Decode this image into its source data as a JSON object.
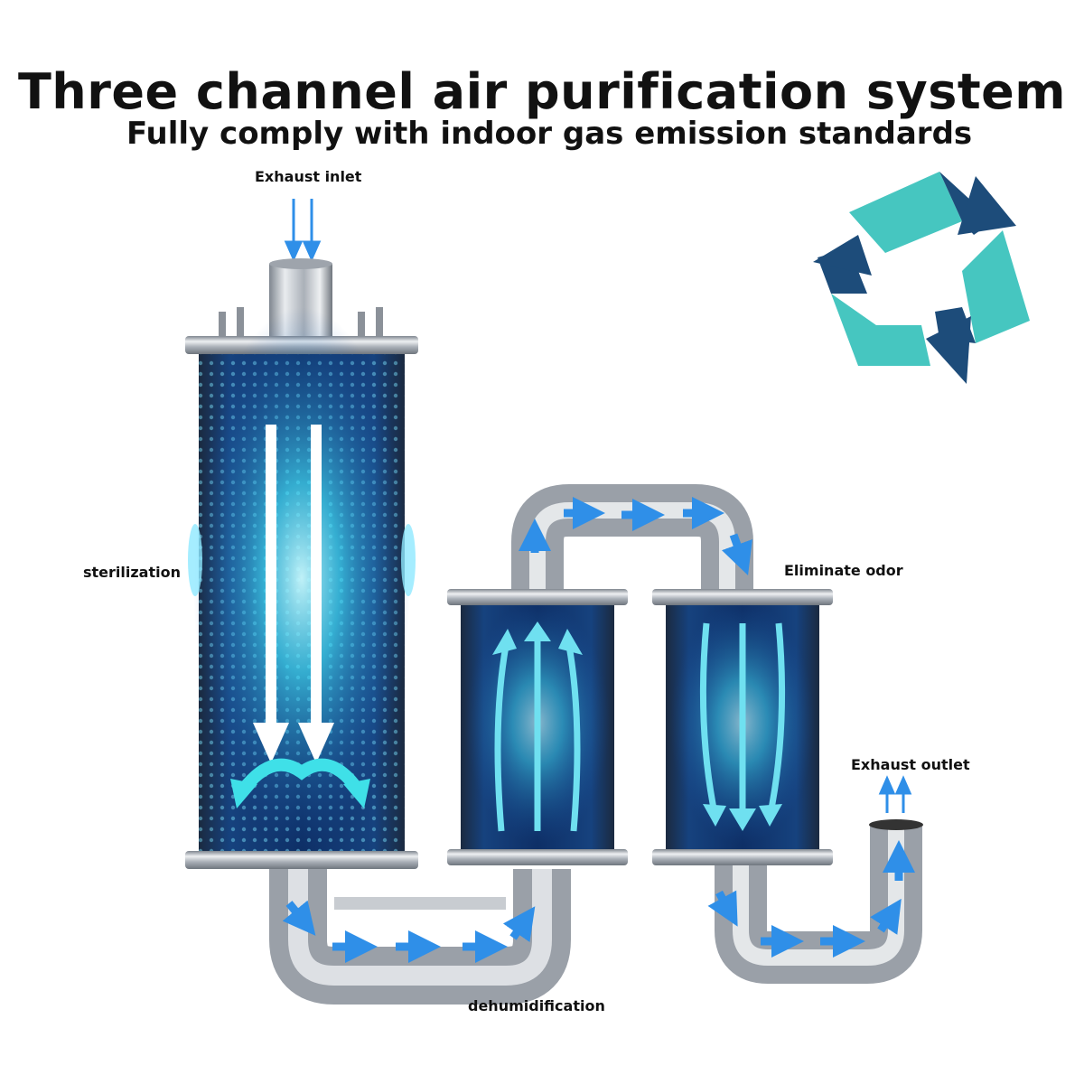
{
  "header": {
    "title": "Three channel air purification system",
    "subtitle": "Fully comply with indoor gas emission standards"
  },
  "labels": {
    "inlet": "Exhaust inlet",
    "sterilization": "sterilization",
    "eliminate_odor": "Eliminate odor",
    "outlet": "Exhaust outlet",
    "dehumidification": "dehumidification"
  },
  "colors": {
    "flow_arrow": "#2f8fe8",
    "glow": "#36d2f0",
    "chamber_dark": "#0b2456",
    "steel": "#b9bec6",
    "recycle_teal": "#46c6c0",
    "recycle_navy": "#1d4c7a"
  },
  "icons": [
    "recycle-icon"
  ]
}
